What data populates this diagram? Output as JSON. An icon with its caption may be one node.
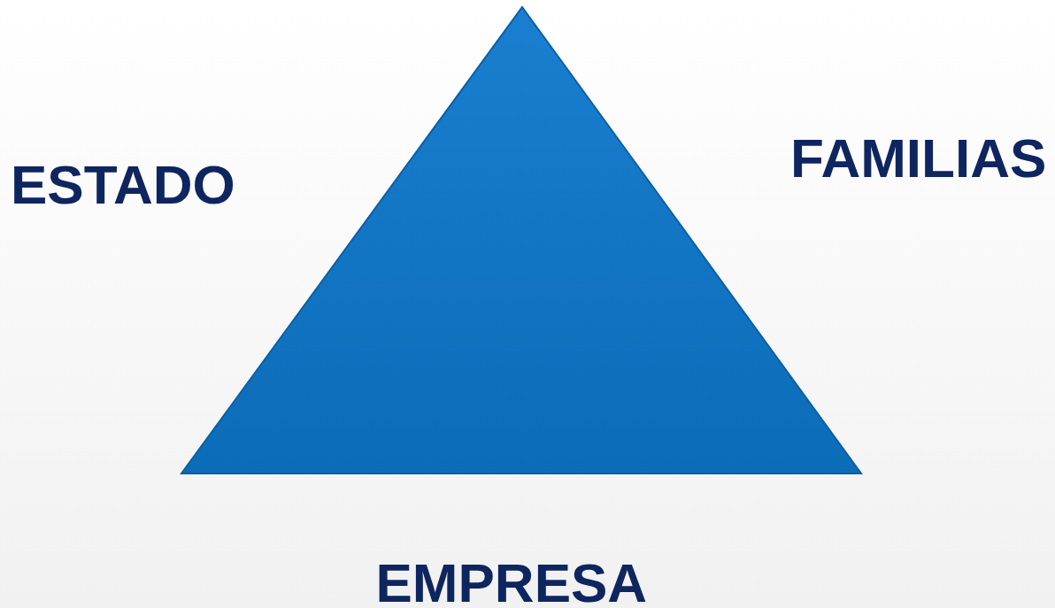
{
  "diagram": {
    "labels": [
      "ESTADO",
      "FAMILIAS",
      "EMPRESA"
    ]
  }
}
